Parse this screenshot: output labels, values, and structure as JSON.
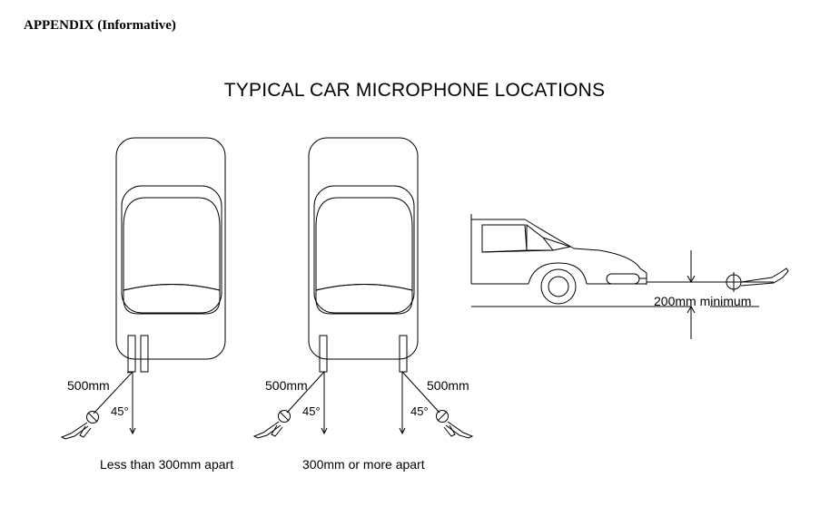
{
  "heading": "APPENDIX (Informative)",
  "title": "TYPICAL CAR MICROPHONE LOCATIONS",
  "left_diagram": {
    "distance": "500mm",
    "angle": "45°",
    "caption": "Less than 300mm apart"
  },
  "middle_diagram": {
    "distance_left": "500mm",
    "angle_left": "45°",
    "distance_right": "500mm",
    "angle_right": "45°",
    "caption": "300mm or more apart"
  },
  "side_view": {
    "height": "200mm minimum"
  }
}
